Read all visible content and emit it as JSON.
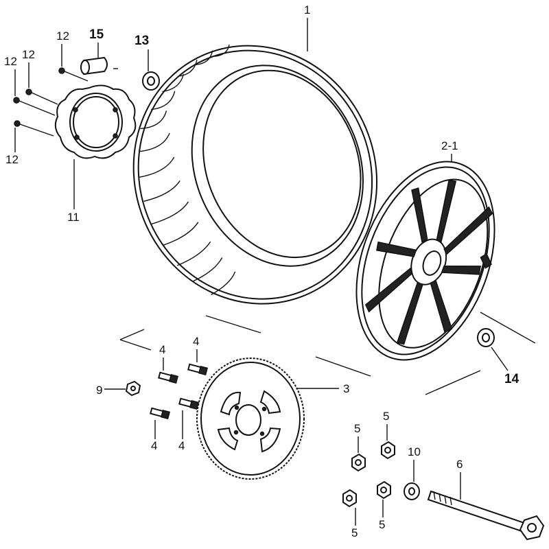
{
  "diagram": {
    "title": "Rear wheel exploded parts diagram",
    "callouts": {
      "tire": "1",
      "rim": "2-1",
      "sprocket": "3",
      "stud_a": "4",
      "stud_b": "4",
      "stud_c": "4",
      "stud_d": "4",
      "nut_a": "5",
      "nut_b": "5",
      "nut_c": "5",
      "nut_d": "5",
      "axle": "6",
      "nut_small": "9",
      "washer": "10",
      "brake_disc": "11",
      "bolt_a": "12",
      "bolt_b": "12",
      "bolt_c": "12",
      "bolt_d": "12",
      "bearing_left": "13",
      "bearing_right": "14",
      "spacer": "15"
    }
  }
}
